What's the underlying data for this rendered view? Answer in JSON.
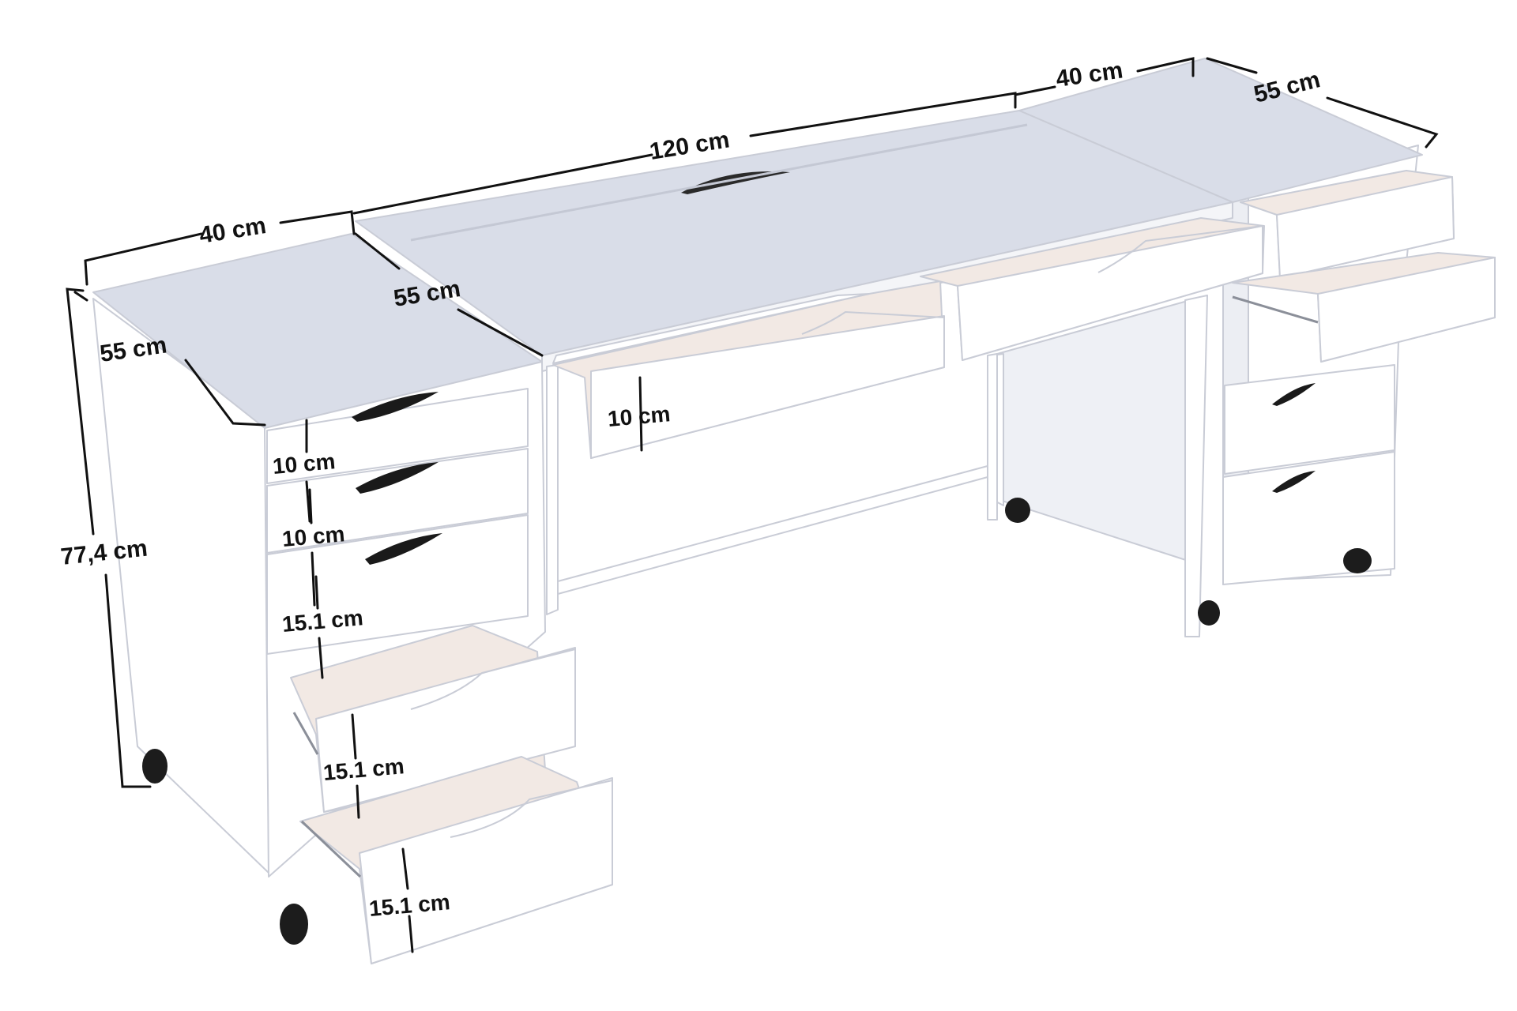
{
  "dimensions": {
    "left_width": "40 cm",
    "left_depth": "55 cm",
    "height": "77,4 cm",
    "center_width": "120 cm",
    "center_depth": "55 cm",
    "right_width": "40 cm",
    "right_depth": "55 cm",
    "center_drawer_height": "10 cm",
    "left_drawer_1": "10 cm",
    "left_drawer_2": "10 cm",
    "left_drawer_3": "15.1 cm",
    "left_drawer_4": "15.1 cm",
    "left_drawer_5": "15.1 cm"
  },
  "colors": {
    "furniture": "#ffffff",
    "top_surface": "#d9dde8",
    "shade": "#e8e8ee",
    "interior": "#f2e9e4",
    "outline": "#c9ccd6",
    "dimension_line": "#111111",
    "handle": "#1a1a1a",
    "caster": "#1c1c1c"
  }
}
